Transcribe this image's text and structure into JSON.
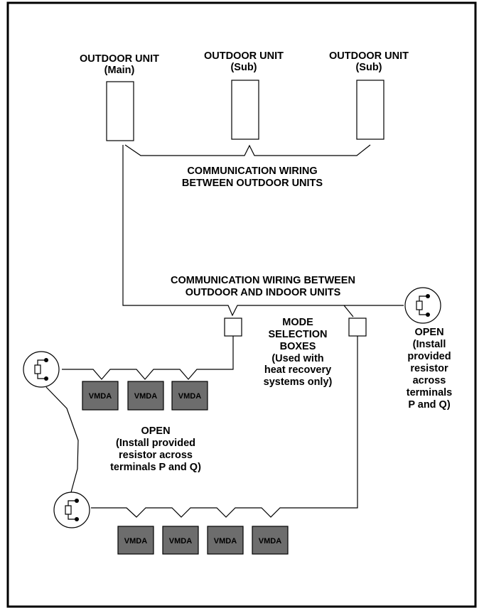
{
  "outdoor_units": [
    {
      "title": "OUTDOOR UNIT",
      "role": "(Main)"
    },
    {
      "title": "OUTDOOR UNIT",
      "role": "(Sub)"
    },
    {
      "title": "OUTDOOR UNIT",
      "role": "(Sub)"
    }
  ],
  "labels": {
    "comm_outdoor": [
      "COMMUNICATION WIRING",
      "BETWEEN OUTDOOR UNITS"
    ],
    "comm_indoor": [
      "COMMUNICATION WIRING BETWEEN",
      "OUTDOOR AND INDOOR UNITS"
    ],
    "mode_boxes": [
      "MODE",
      "SELECTION",
      "BOXES",
      "(Used with",
      "heat recovery",
      "systems only)"
    ],
    "open_right": [
      "OPEN",
      "(Install",
      "provided",
      "resistor",
      "across",
      "terminals",
      "P and Q)"
    ],
    "open_left": [
      "OPEN",
      "(Install provided",
      "resistor across",
      "terminals P and Q)"
    ]
  },
  "indoor_unit_label": "VMDA",
  "indoor_units_row1": [
    "VMDA",
    "VMDA",
    "VMDA"
  ],
  "indoor_units_row2": [
    "VMDA",
    "VMDA",
    "VMDA",
    "VMDA"
  ],
  "colors": {
    "border": "#000000",
    "indoor_unit_fill": "#6d6d6d",
    "background": "#ffffff"
  }
}
